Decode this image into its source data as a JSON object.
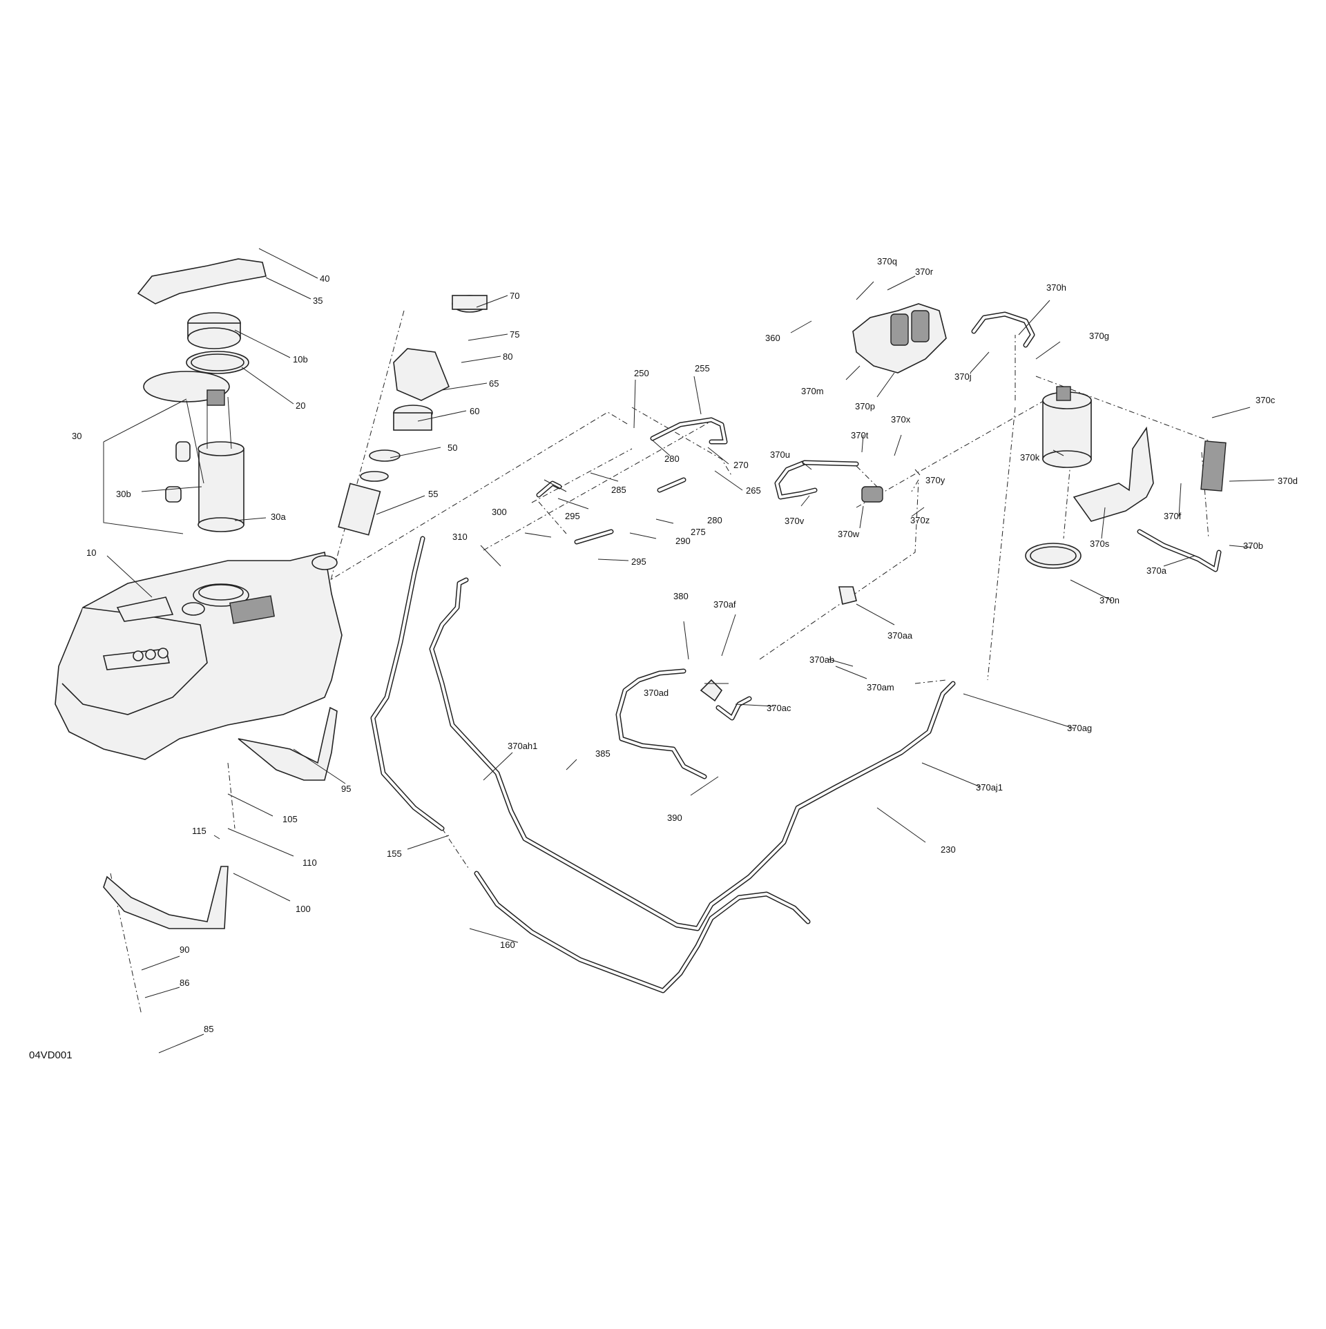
{
  "figure_code": "04VD001",
  "callouts": {
    "c40": "40",
    "c35": "35",
    "c10b": "10b",
    "c20": "20",
    "c30": "30",
    "c30b": "30b",
    "c30a": "30a",
    "c10": "10",
    "c70": "70",
    "c75": "75",
    "c80": "80",
    "c65": "65",
    "c60": "60",
    "c50": "50",
    "c55": "55",
    "c250": "250",
    "c255": "255",
    "c280a": "280",
    "c270": "270",
    "c285": "285",
    "c265": "265",
    "c295a": "295",
    "c280b": "280",
    "c300": "300",
    "c275": "275",
    "c290": "290",
    "c295b": "295",
    "c310": "310",
    "c370q": "370q",
    "c370r": "370r",
    "c360": "360",
    "c370m": "370m",
    "c370p": "370p",
    "c370h": "370h",
    "c370g": "370g",
    "c370j": "370j",
    "c370c": "370c",
    "c370k": "370k",
    "c370d": "370d",
    "c370t": "370t",
    "c370x": "370x",
    "c370u": "370u",
    "c370y": "370y",
    "c370v": "370v",
    "c370w": "370w",
    "c370z": "370z",
    "c370f": "370f",
    "c370s": "370s",
    "c370b": "370b",
    "c370a": "370a",
    "c370n": "370n",
    "c380": "380",
    "c370af": "370af",
    "c370aa": "370aa",
    "c370ad": "370ad",
    "c370ab": "370ab",
    "c370am": "370am",
    "c370ac": "370ac",
    "c370ag": "370ag",
    "c370ah1": "370ah1",
    "c385": "385",
    "c370aj1": "370aj1",
    "c390": "390",
    "c95": "95",
    "c105": "105",
    "c115": "115",
    "c110": "110",
    "c155": "155",
    "c230": "230",
    "c100": "100",
    "c160": "160",
    "c90": "90",
    "c86": "86",
    "c85": "85"
  }
}
